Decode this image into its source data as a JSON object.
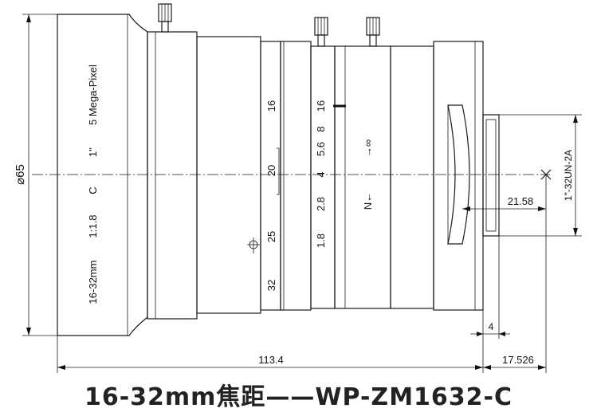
{
  "lens": {
    "side_print": [
      "16-32mm",
      "1:1.8",
      "C",
      "1\"",
      "5 Mega-Pixel"
    ],
    "zoom_scale": [
      "16",
      "20",
      "25",
      "32"
    ],
    "fstop_scale": [
      "16",
      "8",
      "5.6",
      "4",
      "2.8",
      "1.8"
    ],
    "focus_far": "→∞",
    "focus_near": "N←"
  },
  "dims": {
    "diameter": "⌀65",
    "length": "113.4",
    "flange": "17.526",
    "thread": "1\"-32UN-2A",
    "mount_depth": "21.58",
    "mount_step": "4"
  },
  "caption": "16-32mm焦距——WP-ZM1632-C"
}
